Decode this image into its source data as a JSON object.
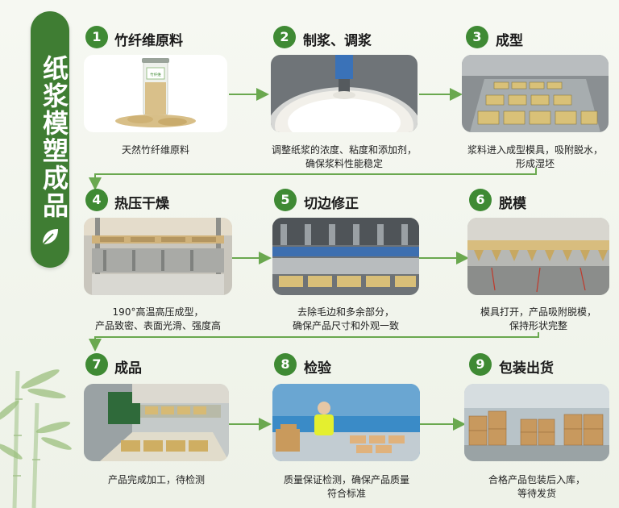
{
  "title": "纸浆模塑成品",
  "steps": [
    {
      "num": "1",
      "title": "竹纤维原料",
      "desc": [
        "天然竹纤维原料"
      ]
    },
    {
      "num": "2",
      "title": "制浆、调浆",
      "desc": [
        "调整纸浆的浓度、粘度和添加剂，",
        "确保浆料性能稳定"
      ]
    },
    {
      "num": "3",
      "title": "成型",
      "desc": [
        "浆料进入成型模具，吸附脱水，",
        "形成湿坯"
      ]
    },
    {
      "num": "4",
      "title": "热压干燥",
      "desc": [
        "190°高温高压成型，",
        "产品致密、表面光滑、强度高"
      ]
    },
    {
      "num": "5",
      "title": "切边修正",
      "desc": [
        "去除毛边和多余部分，",
        "确保产品尺寸和外观一致"
      ]
    },
    {
      "num": "6",
      "title": "脱模",
      "desc": [
        "模具打开，产品吸附脱模，",
        "保持形状完整"
      ]
    },
    {
      "num": "7",
      "title": "成品",
      "desc": [
        "产品完成加工，待检测"
      ]
    },
    {
      "num": "8",
      "title": "检验",
      "desc": [
        "质量保证检测，确保产品质量",
        "符合标准"
      ]
    },
    {
      "num": "9",
      "title": "包装出货",
      "desc": [
        "合格产品包装后入库，",
        "等待发货"
      ]
    }
  ],
  "jar_label": "竹纤维",
  "colors": {
    "accent": "#3f8a34",
    "banner": "#3f7d33",
    "connector": "#6aa84f"
  }
}
